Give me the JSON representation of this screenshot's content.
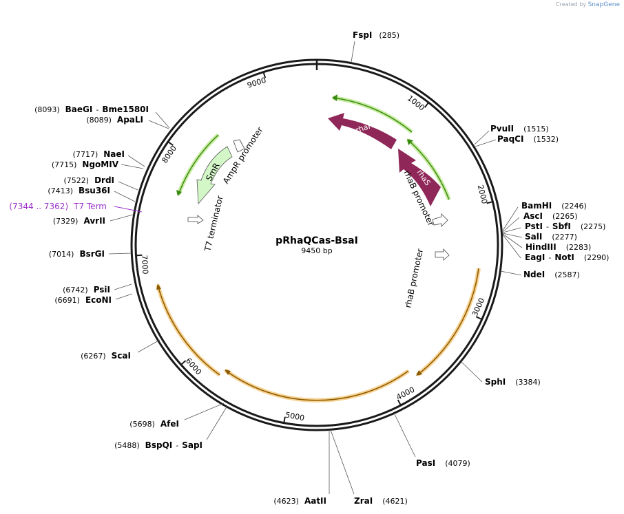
{
  "credit": {
    "prefix": "Created by",
    "brand": "SnapGene"
  },
  "plasmid": {
    "name": "pRhaQCas-BsaI",
    "size_label": "9450 bp",
    "length": 9450
  },
  "ticks": [
    {
      "pos": 1000,
      "label": "1000"
    },
    {
      "pos": 2000,
      "label": "2000"
    },
    {
      "pos": 3000,
      "label": "3000"
    },
    {
      "pos": 4000,
      "label": "4000"
    },
    {
      "pos": 5000,
      "label": "5000"
    },
    {
      "pos": 6000,
      "label": "6000"
    },
    {
      "pos": 7000,
      "label": "7000"
    },
    {
      "pos": 8000,
      "label": "8000"
    },
    {
      "pos": 9000,
      "label": "9000"
    }
  ],
  "sites": [
    {
      "name": "FspI",
      "pos": "(285)",
      "bp": 285
    },
    {
      "name": "PvuII",
      "pos": "(1515)",
      "bp": 1515
    },
    {
      "name": "PaqCI",
      "pos": "(1532)",
      "bp": 1532
    },
    {
      "name": "BamHI",
      "pos": "(2246)",
      "bp": 2246
    },
    {
      "name": "AscI",
      "pos": "(2265)",
      "bp": 2265
    },
    {
      "name": "PstI",
      "name2": "SbfI",
      "pos": "(2275)",
      "bp": 2275
    },
    {
      "name": "SalI",
      "pos": "(2277)",
      "bp": 2277
    },
    {
      "name": "HindIII",
      "pos": "(2283)",
      "bp": 2283
    },
    {
      "name": "EagI",
      "name2": "NotI",
      "pos": "(2290)",
      "bp": 2290
    },
    {
      "name": "NdeI",
      "pos": "(2587)",
      "bp": 2587
    },
    {
      "name": "SphI",
      "pos": "(3384)",
      "bp": 3384
    },
    {
      "name": "PasI",
      "pos": "(4079)",
      "bp": 4079
    },
    {
      "name": "ZraI",
      "pos": "(4621)",
      "bp": 4621
    },
    {
      "name": "AatII",
      "pos": "(4623)",
      "bp": 4623
    },
    {
      "name": "BspQI",
      "name2": "SapI",
      "pos": "(5488)",
      "bp": 5488
    },
    {
      "name": "AfeI",
      "pos": "(5698)",
      "bp": 5698
    },
    {
      "name": "ScaI",
      "pos": "(6267)",
      "bp": 6267
    },
    {
      "name": "EcoNI",
      "pos": "(6691)",
      "bp": 6691
    },
    {
      "name": "PsiI",
      "pos": "(6742)",
      "bp": 6742
    },
    {
      "name": "BsrGI",
      "pos": "(7014)",
      "bp": 7014
    },
    {
      "name": "AvrII",
      "pos": "(7329)",
      "bp": 7329
    },
    {
      "name": "Bsu36I",
      "pos": "(7413)",
      "bp": 7413
    },
    {
      "name": "DrdI",
      "pos": "(7522)",
      "bp": 7522
    },
    {
      "name": "NgoMIV",
      "pos": "(7715)",
      "bp": 7715
    },
    {
      "name": "NaeI",
      "pos": "(7717)",
      "bp": 7717
    },
    {
      "name": "ApaLI",
      "pos": "(8089)",
      "bp": 8089
    },
    {
      "name": "BaeGI",
      "name2": "Bme1580I",
      "pos": "(8093)",
      "bp": 8093
    }
  ],
  "t7_term": {
    "range": "(7344 .. 7362)",
    "name": "T7 Term",
    "color": "#9b30c9"
  },
  "features": {
    "rhaR": "rhaR",
    "rhaS": "rhaS",
    "smr": "SmR",
    "ampr_promoter": "AmpR promoter",
    "t7_terminator": "T7 terminator",
    "rhab_promoter_1": "rhaB promoter",
    "rhab_promoter_2": "rhaB promoter"
  },
  "colors": {
    "feature_purple": "#8f2858",
    "smr_fill": "#d4f7c8",
    "orf_green": "#80d14a",
    "orf_orange": "#f5b94a",
    "backbone": "#1a1a1a"
  }
}
